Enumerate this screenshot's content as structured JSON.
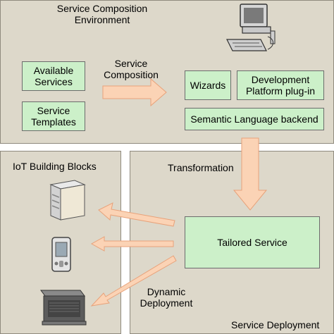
{
  "composition_panel": {
    "title_line1": "Service Composition",
    "title_line2": "Environment"
  },
  "available_services": {
    "line1": "Available",
    "line2": "Services"
  },
  "service_templates": {
    "line1": "Service",
    "line2": "Templates"
  },
  "service_composition_arrow": {
    "line1": "Service",
    "line2": "Composition"
  },
  "wizards": {
    "label": "Wizards"
  },
  "dev_platform": {
    "line1": "Development",
    "line2": "Platform plug-in"
  },
  "semantic_backend": {
    "label": "Semantic Language backend"
  },
  "iot_panel": {
    "title": "IoT Building Blocks"
  },
  "transformation_label": "Transformation",
  "tailored_service": {
    "label": "Tailored Service"
  },
  "dynamic_deployment": {
    "line1": "Dynamic",
    "line2": "Deployment"
  },
  "deployment_panel": {
    "title": "Service Deployment"
  },
  "colors": {
    "panel_fill": "#ddd8ca",
    "box_fill": "#ccf0c9",
    "arrow_fill": "#fbd3b5",
    "arrow_stroke": "#e8a27a"
  },
  "icons": [
    "desktop-computer-icon",
    "server-icon",
    "pda-icon",
    "router-icon"
  ]
}
